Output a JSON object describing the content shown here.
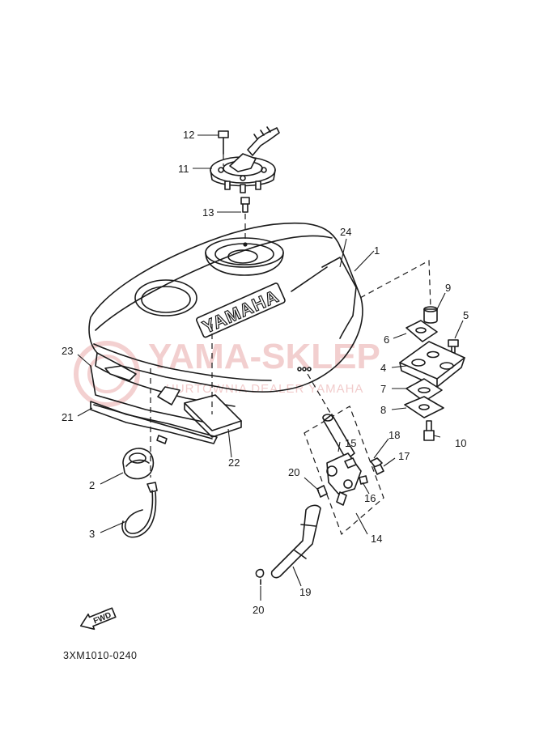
{
  "diagram": {
    "drawing_code": "3XM1010-0240",
    "fwd_label": "FWD",
    "brand_lettering": "YAMAHA",
    "part_numbers": {
      "p1": "1",
      "p2": "2",
      "p3": "3",
      "p4": "4",
      "p5": "5",
      "p6": "6",
      "p7": "7",
      "p8": "8",
      "p9": "9",
      "p10": "10",
      "p11": "11",
      "p12": "12",
      "p13": "13",
      "p14": "14",
      "p15": "15",
      "p16": "16",
      "p17": "17",
      "p18": "18",
      "p19": "19",
      "p20a": "20",
      "p20b": "20",
      "p21": "21",
      "p22": "22",
      "p23": "23",
      "p24": "24"
    }
  },
  "watermark": {
    "title": "YAMA-SKLEP",
    "subtitle": "HURTOWNIA DEALER YAMAHA",
    "color": "#e9a9a9"
  }
}
